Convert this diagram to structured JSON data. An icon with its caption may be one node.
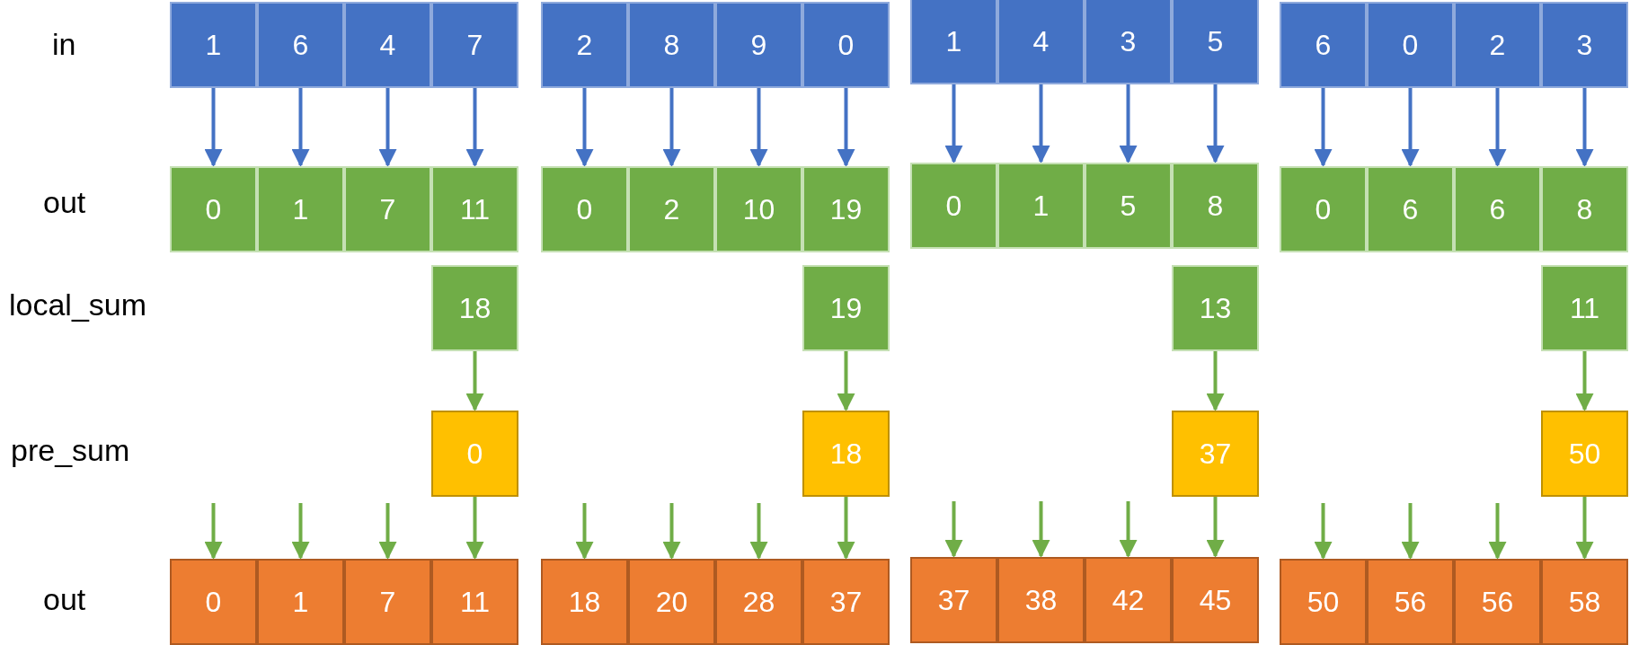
{
  "diagram": {
    "nodes": [
      {
        "text": [
          "1"
        ]
      },
      {
        "text": [
          "6"
        ]
      },
      {
        "text": [
          "4"
        ]
      },
      {
        "text": [
          "7"
        ]
      },
      {
        "text": [
          "2"
        ]
      },
      {
        "text": [
          "8"
        ]
      },
      {
        "text": [
          "9"
        ]
      },
      {
        "text": [
          "0"
        ]
      },
      {
        "text": [
          "1"
        ]
      },
      {
        "text": [
          "4"
        ]
      },
      {
        "text": [
          "3"
        ]
      },
      {
        "text": [
          "5"
        ]
      },
      {
        "text": [
          "6"
        ]
      },
      {
        "text": [
          "0"
        ]
      },
      {
        "text": [
          "2"
        ]
      },
      {
        "text": [
          "3"
        ]
      },
      {
        "text": [
          "0"
        ]
      },
      {
        "text": [
          "1"
        ]
      },
      {
        "text": [
          "7"
        ]
      },
      {
        "text": [
          "11"
        ]
      },
      {
        "text": [
          "0"
        ]
      },
      {
        "text": [
          "2"
        ]
      },
      {
        "text": [
          "10"
        ]
      },
      {
        "text": [
          "19"
        ]
      },
      {
        "text": [
          "0"
        ]
      },
      {
        "text": [
          "1"
        ]
      },
      {
        "text": [
          "5"
        ]
      },
      {
        "text": [
          "8"
        ]
      },
      {
        "text": [
          "0"
        ]
      },
      {
        "text": [
          "6"
        ]
      },
      {
        "text": [
          "6"
        ]
      },
      {
        "text": [
          "8"
        ]
      },
      {
        "text": [
          "18"
        ]
      },
      {
        "text": [
          "19"
        ]
      },
      {
        "text": [
          "13"
        ]
      },
      {
        "text": [
          "11"
        ]
      },
      {
        "text": [
          "0"
        ]
      },
      {
        "text": [
          "18"
        ]
      },
      {
        "text": [
          "37"
        ]
      },
      {
        "text": [
          "50"
        ]
      },
      {
        "text": [
          "0"
        ]
      },
      {
        "text": [
          "1"
        ]
      },
      {
        "text": [
          "7"
        ]
      },
      {
        "text": [
          "11"
        ]
      },
      {
        "text": [
          "18"
        ]
      },
      {
        "text": [
          "20"
        ]
      },
      {
        "text": [
          "28"
        ]
      },
      {
        "text": [
          "37"
        ]
      },
      {
        "text": [
          "37"
        ]
      },
      {
        "text": [
          "38"
        ]
      },
      {
        "text": [
          "42"
        ]
      },
      {
        "text": [
          "45"
        ]
      },
      {
        "text": [
          "50"
        ]
      },
      {
        "text": [
          "56"
        ]
      },
      {
        "text": [
          "56"
        ]
      },
      {
        "text": [
          "58"
        ]
      }
    ],
    "edges": [
      {
        "from": 0,
        "to": 16,
        "arrow": "to",
        "color": "#4472c4"
      },
      {
        "from": 1,
        "to": 17,
        "arrow": "to",
        "color": "#4472c4"
      },
      {
        "from": 2,
        "to": 18,
        "arrow": "to",
        "color": "#4472c4"
      },
      {
        "from": 3,
        "to": 19,
        "arrow": "to",
        "color": "#4472c4"
      },
      {
        "from": 4,
        "to": 20,
        "arrow": "to",
        "color": "#4472c4"
      },
      {
        "from": 5,
        "to": 21,
        "arrow": "to",
        "color": "#4472c4"
      },
      {
        "from": 6,
        "to": 22,
        "arrow": "to",
        "color": "#4472c4"
      },
      {
        "from": 7,
        "to": 23,
        "arrow": "to",
        "color": "#4472c4"
      },
      {
        "from": 8,
        "to": 24,
        "arrow": "to",
        "color": "#4472c4"
      },
      {
        "from": 9,
        "to": 25,
        "arrow": "to",
        "color": "#4472c4"
      },
      {
        "from": 10,
        "to": 26,
        "arrow": "to",
        "color": "#4472c4"
      },
      {
        "from": 11,
        "to": 27,
        "arrow": "to",
        "color": "#4472c4"
      },
      {
        "from": 12,
        "to": 28,
        "arrow": "to",
        "color": "#4472c4"
      },
      {
        "from": 13,
        "to": 29,
        "arrow": "to",
        "color": "#4472c4"
      },
      {
        "from": 14,
        "to": 30,
        "arrow": "to",
        "color": "#4472c4"
      },
      {
        "from": 15,
        "to": 31,
        "arrow": "to",
        "color": "#4472c4"
      },
      {
        "from": 32,
        "to": 36,
        "arrow": "to"
      },
      {
        "from": 33,
        "to": 37,
        "arrow": "to"
      },
      {
        "from": 34,
        "to": 38,
        "arrow": "to"
      },
      {
        "from": 35,
        "to": 39,
        "arrow": "to"
      },
      {
        "from": null,
        "to": 40,
        "arrow": "to"
      },
      {
        "from": null,
        "to": 41,
        "arrow": "to"
      },
      {
        "from": null,
        "to": 42,
        "arrow": "to"
      },
      {
        "from": 36,
        "to": 43,
        "arrow": "to"
      },
      {
        "from": null,
        "to": 44,
        "arrow": "to"
      },
      {
        "from": null,
        "to": 45,
        "arrow": "to"
      },
      {
        "from": null,
        "to": 46,
        "arrow": "to"
      },
      {
        "from": 37,
        "to": 47,
        "arrow": "to"
      },
      {
        "from": null,
        "to": 48,
        "arrow": "to"
      },
      {
        "from": null,
        "to": 49,
        "arrow": "to"
      },
      {
        "from": null,
        "to": 50,
        "arrow": "to"
      },
      {
        "from": 38,
        "to": 51,
        "arrow": "to"
      },
      {
        "from": null,
        "to": 52,
        "arrow": "to"
      },
      {
        "from": null,
        "to": 53,
        "arrow": "to"
      },
      {
        "from": null,
        "to": 54,
        "arrow": "to"
      },
      {
        "from": 39,
        "to": 55,
        "arrow": "to"
      }
    ],
    "labels": [
      "in",
      "out",
      "local_sum",
      "pre_sum",
      "out"
    ]
  }
}
